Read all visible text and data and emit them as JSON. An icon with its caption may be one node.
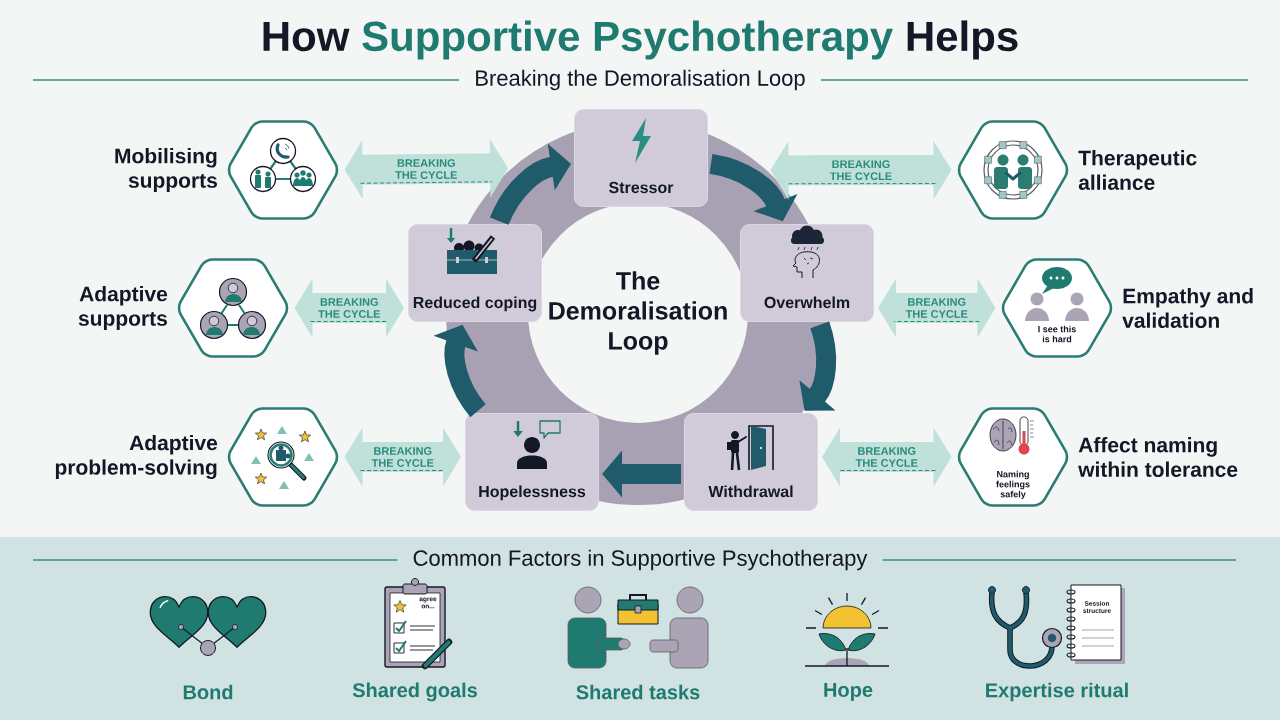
{
  "diagram": {
    "title": "How **Supportive Psychotherapy** Helps",
    "nodes": [
      {
        "text": [
          "Mobilising supports"
        ]
      },
      {
        "text": [
          "Adaptive supports"
        ]
      },
      {
        "text": [
          "Adaptive problem-solving"
        ]
      },
      {
        "text": [
          "The Demoralisation Loop"
        ]
      },
      {
        "text": [
          "Stressor"
        ]
      },
      {
        "text": [
          "Overwhelm"
        ]
      },
      {
        "text": [
          "Withdrawal"
        ]
      },
      {
        "text": [
          "Hopelessness"
        ]
      },
      {
        "text": [
          "Reduced coping"
        ]
      },
      {
        "text": [
          "Therapeutic alliance"
        ]
      },
      {
        "text": [
          "Empathy and validation",
          "I see this is hard"
        ]
      },
      {
        "text": [
          "Affect naming within tolerance",
          "Naming feelings safely"
        ]
      }
    ],
    "edges": [
      {
        "from": 4,
        "to": 5,
        "arrow": "to",
        "style": "thick",
        "color": "#1f5b6b"
      },
      {
        "from": 5,
        "to": 6,
        "arrow": "to",
        "style": "thick",
        "color": "#1f5b6b"
      },
      {
        "from": 6,
        "to": 7,
        "arrow": "to",
        "style": "thick",
        "color": "#1f5b6b"
      },
      {
        "from": 7,
        "to": 8,
        "arrow": "to",
        "style": "thick",
        "color": "#1f5b6b"
      },
      {
        "from": 8,
        "to": 4,
        "arrow": "to",
        "style": "thick",
        "color": "#1f5b6b"
      },
      {
        "from": 0,
        "to": 3,
        "arrow": "both",
        "style": "dashed",
        "label": "BREAKING THE CYCLE"
      },
      {
        "from": 1,
        "to": 8,
        "arrow": "both",
        "style": "dashed",
        "label": "BREAKING THE CYCLE"
      },
      {
        "from": 2,
        "to": 7,
        "arrow": "both",
        "style": "dashed",
        "label": "BREAKING THE CYCLE"
      },
      {
        "from": 9,
        "to": 3,
        "arrow": "both",
        "style": "dashed",
        "label": "BREAKING THE CYCLE"
      },
      {
        "from": 10,
        "to": 5,
        "arrow": "both",
        "style": "dashed",
        "label": "BREAKING THE CYCLE"
      },
      {
        "from": 11,
        "to": 6,
        "arrow": "both",
        "style": "dashed",
        "label": "BREAKING THE CYCLE"
      }
    ],
    "labels": [
      "Breaking the Demoralisation Loop",
      "Common Factors in Supportive Psychotherapy",
      "agree on...",
      "Session structure",
      "Bond",
      "Shared goals",
      "Shared tasks",
      "Hope",
      "Expertise ritual"
    ]
  }
}
